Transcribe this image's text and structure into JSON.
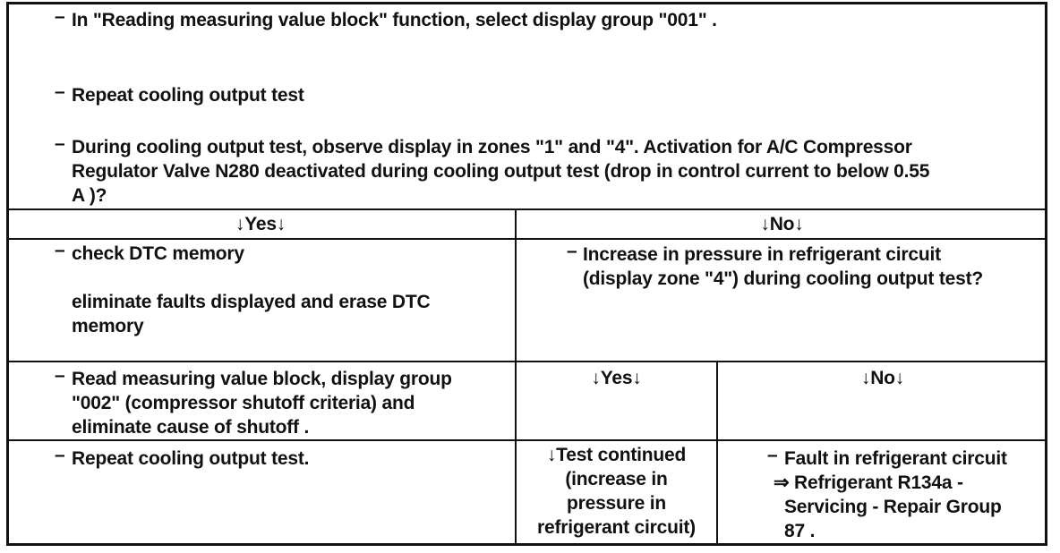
{
  "steps": {
    "s1": "In \"Reading measuring value block\" function, select display group \"001\" .",
    "s2": "Repeat cooling output test",
    "s3_l1": "During cooling output test, observe display in zones \"1\" and \"4\". Activation for A/C Compressor",
    "s3_l2": "Regulator Valve N280 deactivated during cooling output test (drop in control current to below 0.55",
    "s3_l3": "A )?"
  },
  "branch1": {
    "yes": "↓Yes↓",
    "no": "↓No↓"
  },
  "left": {
    "a": "check DTC memory",
    "b_l1": "eliminate faults displayed and erase DTC",
    "b_l2": "memory",
    "c_l1": "Read measuring value block, display group",
    "c_l2": "\"002\" (compressor shutoff criteria) and",
    "c_l3": "eliminate cause of shutoff .",
    "d": "Repeat cooling output test."
  },
  "right": {
    "q_l1": "Increase in pressure in refrigerant circuit",
    "q_l2": "(display zone \"4\") during cooling output test?",
    "yes": "↓Yes↓",
    "no": "↓No↓",
    "test_l1": "↓Test continued",
    "test_l2": "(increase in",
    "test_l3": "pressure in",
    "test_l4": "refrigerant circuit)",
    "fault_l1": "Fault in refrigerant circuit",
    "fault_l2": "⇒ Refrigerant R134a -",
    "fault_l3": "Servicing - Repair Group",
    "fault_l4": "87 ."
  }
}
